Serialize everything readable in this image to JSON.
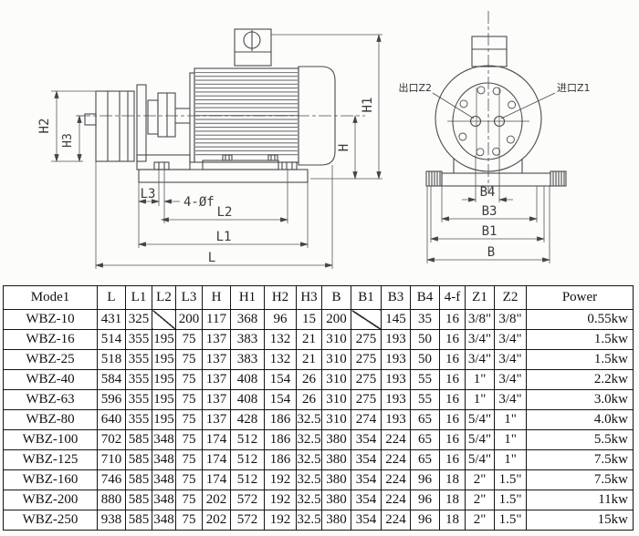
{
  "drawing": {
    "side": {
      "h2": "H2",
      "h3": "H3",
      "h": "H",
      "h1": "H1",
      "l3": "L3",
      "holes": "4-Øf",
      "l2": "L2",
      "l1": "L1",
      "l": "L"
    },
    "front": {
      "outlet": "出口Z2",
      "inlet": "进口Z1",
      "b4": "B4",
      "b3": "B3",
      "b1": "B1",
      "b": "B"
    }
  },
  "table": {
    "diagonal_marker": "∕",
    "columns": [
      "Mode1",
      "L",
      "L1",
      "L2",
      "L3",
      "H",
      "H1",
      "H2",
      "H3",
      "B",
      "B1",
      "B3",
      "B4",
      "4-f",
      "Z1",
      "Z2",
      "Power"
    ],
    "rows": [
      [
        "WBZ-10",
        "431",
        "325",
        "∕",
        "200",
        "117",
        "368",
        "96",
        "15",
        "200",
        "∕",
        "145",
        "35",
        "16",
        "3/8\"",
        "3/8\"",
        "0.55kw"
      ],
      [
        "WBZ-16",
        "514",
        "355",
        "195",
        "75",
        "137",
        "383",
        "132",
        "21",
        "310",
        "275",
        "193",
        "50",
        "16",
        "3/4\"",
        "3/4\"",
        "1.5kw"
      ],
      [
        "WBZ-25",
        "518",
        "355",
        "195",
        "75",
        "137",
        "383",
        "132",
        "21",
        "310",
        "275",
        "193",
        "50",
        "16",
        "3/4\"",
        "3/4\"",
        "1.5kw"
      ],
      [
        "WBZ-40",
        "584",
        "355",
        "195",
        "75",
        "137",
        "408",
        "154",
        "26",
        "310",
        "275",
        "193",
        "55",
        "16",
        "1\"",
        "3/4\"",
        "2.2kw"
      ],
      [
        "WBZ-63",
        "596",
        "355",
        "195",
        "75",
        "137",
        "408",
        "154",
        "26",
        "310",
        "275",
        "193",
        "55",
        "16",
        "1\"",
        "3/4\"",
        "3.0kw"
      ],
      [
        "WBZ-80",
        "640",
        "355",
        "195",
        "75",
        "137",
        "428",
        "186",
        "32.5",
        "310",
        "274",
        "193",
        "65",
        "16",
        "5/4\"",
        "1\"",
        "4.0kw"
      ],
      [
        "WBZ-100",
        "702",
        "585",
        "348",
        "75",
        "174",
        "512",
        "186",
        "32.5",
        "380",
        "354",
        "224",
        "65",
        "16",
        "5/4\"",
        "1\"",
        "5.5kw"
      ],
      [
        "WBZ-125",
        "710",
        "585",
        "348",
        "75",
        "174",
        "512",
        "186",
        "32.5",
        "380",
        "354",
        "224",
        "65",
        "16",
        "5/4\"",
        "1\"",
        "7.5kw"
      ],
      [
        "WBZ-160",
        "746",
        "585",
        "348",
        "75",
        "174",
        "512",
        "192",
        "32.5",
        "380",
        "354",
        "224",
        "96",
        "18",
        "2\"",
        "1.5\"",
        "7.5kw"
      ],
      [
        "WBZ-200",
        "880",
        "585",
        "348",
        "75",
        "202",
        "572",
        "192",
        "32.5",
        "380",
        "354",
        "224",
        "96",
        "18",
        "2\"",
        "1.5\"",
        "11kw"
      ],
      [
        "WBZ-250",
        "938",
        "585",
        "348",
        "75",
        "202",
        "572",
        "192",
        "32.5",
        "380",
        "354",
        "224",
        "96",
        "18",
        "2\"",
        "1.5\"",
        "15kw"
      ]
    ]
  }
}
